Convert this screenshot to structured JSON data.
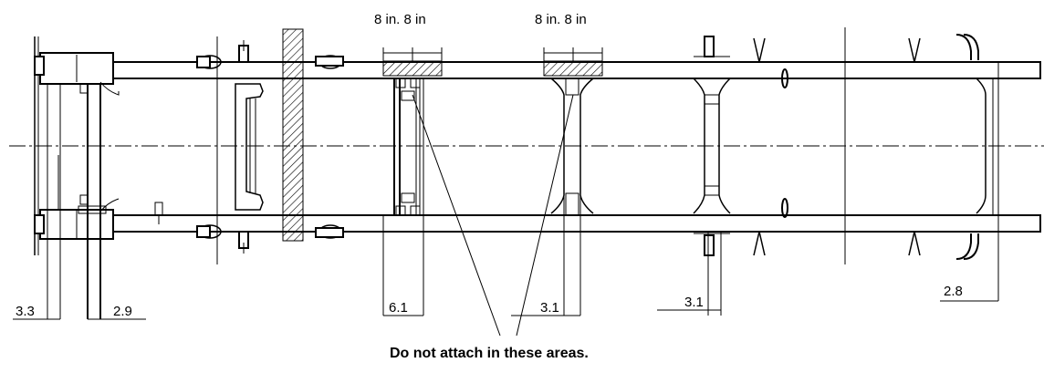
{
  "top_labels": {
    "zone_a": "8 in. 8 in",
    "zone_b": "8 in. 8 in"
  },
  "dimensions": {
    "d1": "3.3",
    "d2": "2.9",
    "d3": "6.1",
    "d4": "3.1",
    "d5": "3.1",
    "d6": "2.8"
  },
  "note": "Do not attach in these areas."
}
